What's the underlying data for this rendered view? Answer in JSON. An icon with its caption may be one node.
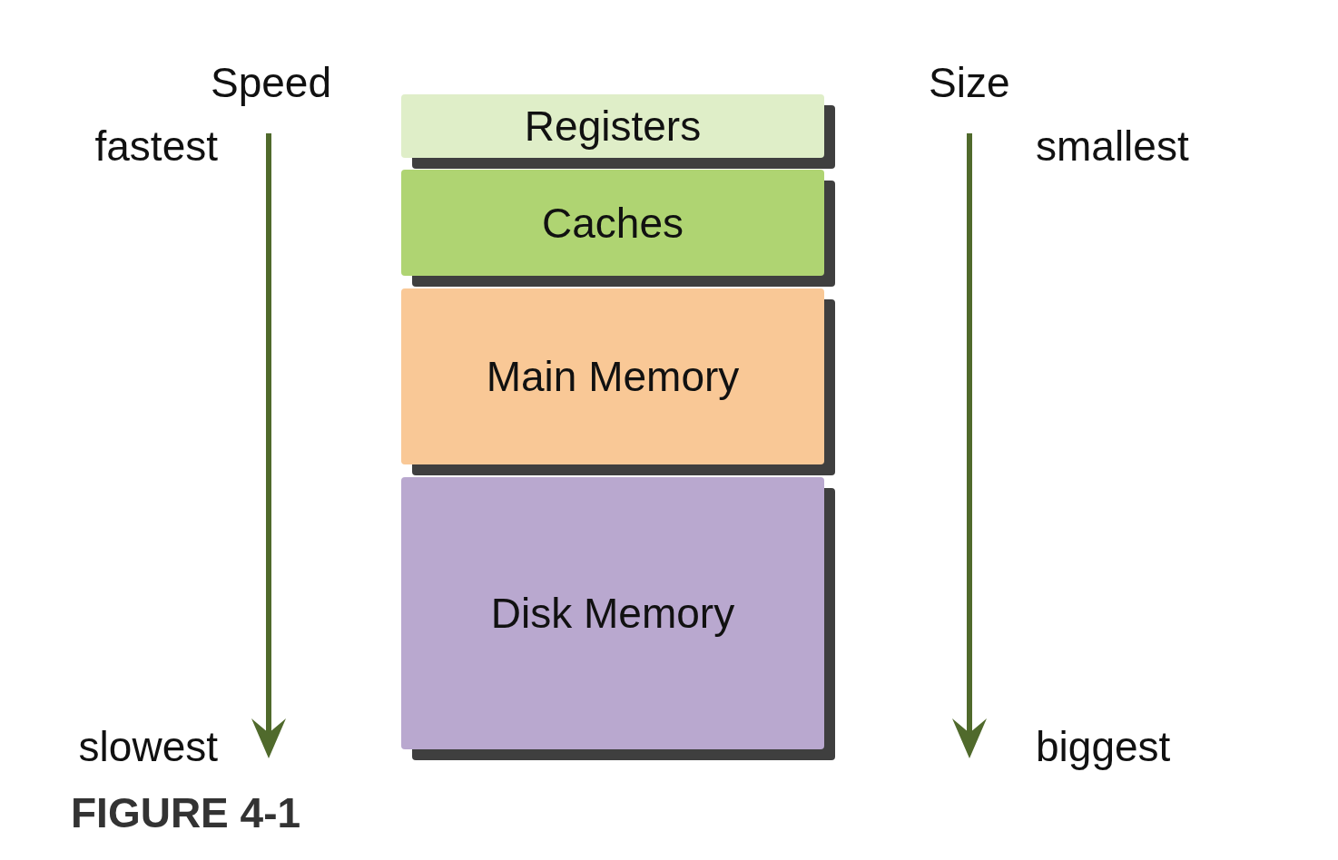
{
  "diagram": {
    "caption": "FIGURE 4-1",
    "nodes": [
      {
        "text": [
          "Registers"
        ]
      },
      {
        "text": [
          "Caches"
        ]
      },
      {
        "text": [
          "Main Memory"
        ]
      },
      {
        "text": [
          "Disk Memory"
        ]
      }
    ],
    "labels": [
      "Speed",
      "Size",
      "fastest",
      "smallest",
      "slowest",
      "biggest"
    ]
  }
}
